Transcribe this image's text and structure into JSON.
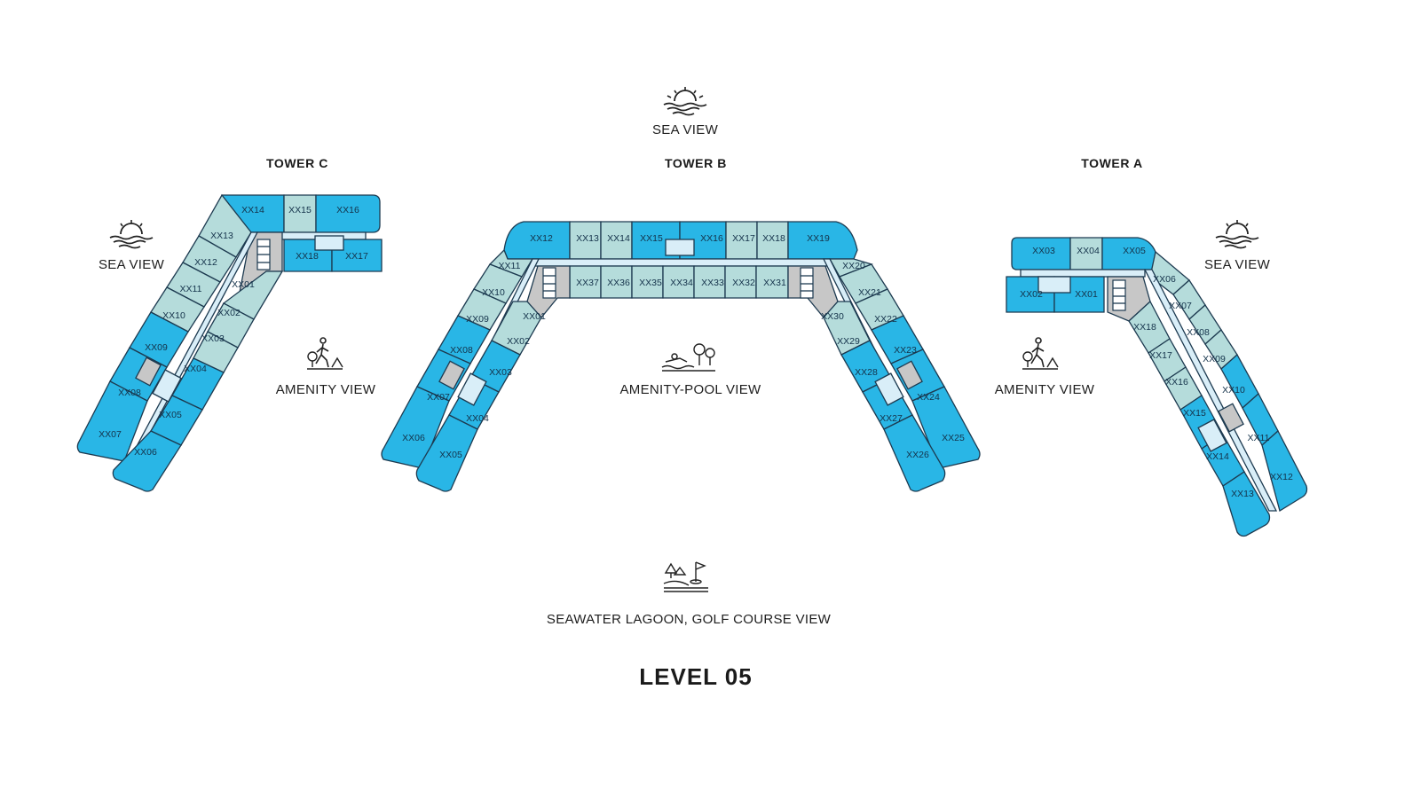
{
  "title": "LEVEL 05",
  "views": {
    "top": "SEA VIEW",
    "left": "SEA VIEW",
    "right": "SEA VIEW",
    "amenity_left": "AMENITY VIEW",
    "amenity_center": "AMENITY-POOL VIEW",
    "amenity_right": "AMENITY VIEW",
    "bottom": "SEAWATER LAGOON, GOLF COURSE VIEW"
  },
  "towers": {
    "c": "TOWER C",
    "b": "TOWER B",
    "a": "TOWER A"
  },
  "colors": {
    "sea_unit": "#29b6e6",
    "light_unit": "#b5dcdb",
    "corridor": "#d9eef8",
    "core": "#c7c7c7",
    "outline": "#1d3a50"
  },
  "icons": {
    "sea": "sunset-waves-icon",
    "amenity": "hiker-trees-icon",
    "pool": "swimmer-trees-icon",
    "golf": "golf-flag-icon"
  },
  "units": {
    "tower_c": [
      "XX14",
      "XX15",
      "XX16",
      "XX18",
      "XX17",
      "XX13",
      "XX12",
      "XX01",
      "XX11",
      "XX02",
      "XX10",
      "XX03",
      "XX09",
      "XX04",
      "XX08",
      "XX05",
      "XX07",
      "XX06"
    ],
    "tower_b": [
      "XX12",
      "XX13",
      "XX14",
      "XX15",
      "XX16",
      "XX17",
      "XX18",
      "XX19",
      "XX37",
      "XX36",
      "XX35",
      "XX34",
      "XX33",
      "XX32",
      "XX31",
      "XX11",
      "XX10",
      "XX09",
      "XX01",
      "XX02",
      "XX08",
      "XX03",
      "XX07",
      "XX04",
      "XX06",
      "XX05",
      "XX20",
      "XX21",
      "XX30",
      "XX22",
      "XX29",
      "XX23",
      "XX28",
      "XX24",
      "XX27",
      "XX25",
      "XX26"
    ],
    "tower_a": [
      "XX03",
      "XX04",
      "XX05",
      "XX02",
      "XX01",
      "XX06",
      "XX07",
      "XX18",
      "XX08",
      "XX17",
      "XX09",
      "XX16",
      "XX10",
      "XX15",
      "XX11",
      "XX14",
      "XX12",
      "XX13"
    ]
  }
}
